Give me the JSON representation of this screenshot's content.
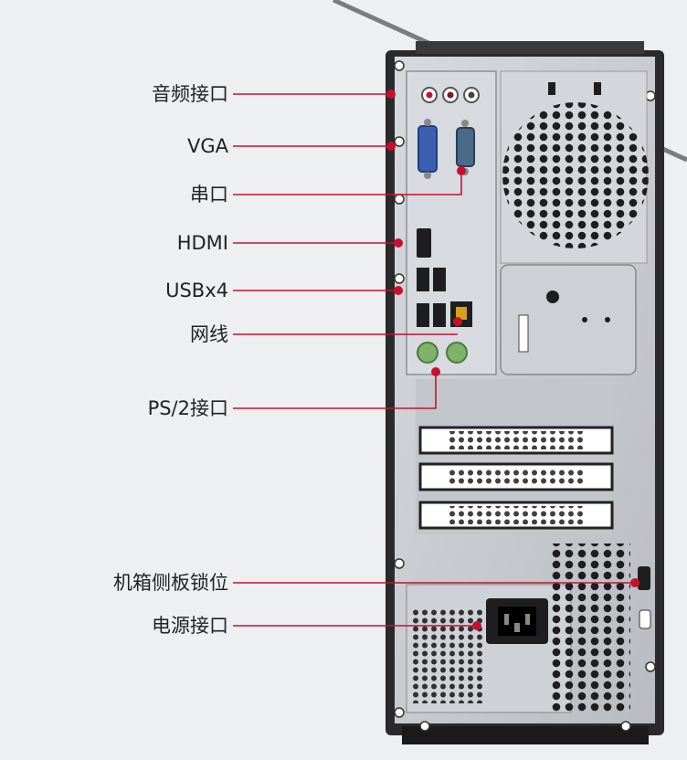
{
  "callouts": [
    {
      "id": "audio",
      "label": "音频接口"
    },
    {
      "id": "vga",
      "label": "VGA"
    },
    {
      "id": "serial",
      "label": "串口"
    },
    {
      "id": "hdmi",
      "label": "HDMI"
    },
    {
      "id": "usb",
      "label": "USBx4"
    },
    {
      "id": "lan",
      "label": "网线"
    },
    {
      "id": "ps2",
      "label": "PS/2接口"
    },
    {
      "id": "lock",
      "label": "机箱侧板锁位"
    },
    {
      "id": "power",
      "label": "电源接口"
    }
  ],
  "colors": {
    "background": "#eeeff1",
    "chassis": "#2a2a2c",
    "panel": "#c9ccd1",
    "accent": "#c8102e",
    "label_text": "#222222"
  },
  "icons": [
    "audio-jack-icon",
    "vga-port-icon",
    "serial-port-icon",
    "hdmi-port-icon",
    "usb-port-icon",
    "ethernet-port-icon",
    "ps2-port-icon",
    "fan-grille-icon",
    "power-socket-icon",
    "lock-slot-icon"
  ]
}
